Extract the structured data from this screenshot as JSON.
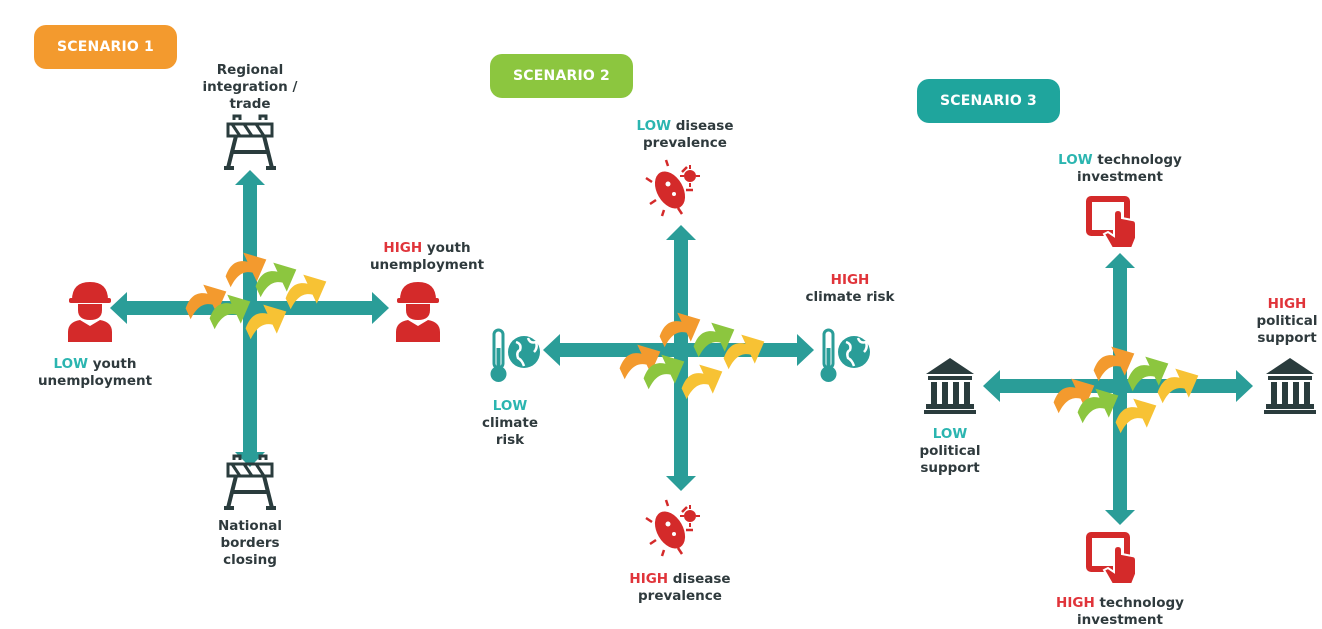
{
  "scenarios": [
    {
      "title": "SCENARIO 1",
      "color": "#f39a2e",
      "top": {
        "lines": [
          "Regional",
          "integration /",
          "trade"
        ],
        "icon": "road-barrier-icon"
      },
      "bottom": {
        "lines": [
          "National",
          "borders",
          "closing"
        ],
        "icon": "road-barrier-icon"
      },
      "left": {
        "level": "LOW",
        "lines": [
          "youth",
          "unemployment"
        ],
        "icon": "worker-icon"
      },
      "right": {
        "level": "HIGH",
        "lines": [
          "youth",
          "unemployment"
        ],
        "icon": "worker-icon"
      }
    },
    {
      "title": "SCENARIO 2",
      "color": "#8cc63f",
      "top": {
        "level": "LOW",
        "lines": [
          "disease",
          "prevalence"
        ],
        "icon": "virus-icon"
      },
      "bottom": {
        "level": "HIGH",
        "lines": [
          "disease",
          "prevalence"
        ],
        "icon": "virus-icon"
      },
      "left": {
        "level": "LOW",
        "lines": [
          "climate",
          "risk"
        ],
        "icon": "thermometer-globe-icon"
      },
      "right": {
        "level": "HIGH",
        "lines": [
          "climate risk"
        ],
        "icon": "thermometer-globe-icon"
      }
    },
    {
      "title": "SCENARIO 3",
      "color": "#1fa59d",
      "top": {
        "level": "LOW",
        "lines": [
          "technology",
          "investment"
        ],
        "icon": "tablet-touch-icon"
      },
      "bottom": {
        "level": "HIGH",
        "lines": [
          "technology",
          "investment"
        ],
        "icon": "tablet-touch-icon"
      },
      "left": {
        "level": "LOW",
        "lines": [
          "political",
          "support"
        ],
        "icon": "government-building-icon"
      },
      "right": {
        "level": "HIGH",
        "lines": [
          "political",
          "support"
        ],
        "icon": "government-building-icon"
      }
    }
  ],
  "colors": {
    "axis": "#2a9d98",
    "low_text": "#2bb5b0",
    "high_text": "#e0343a",
    "icon_red": "#d42a2a",
    "icon_teal": "#2a9d98",
    "arrow_orange": "#f39a2e",
    "arrow_green": "#8cc63f",
    "arrow_yellow": "#f7c234"
  }
}
